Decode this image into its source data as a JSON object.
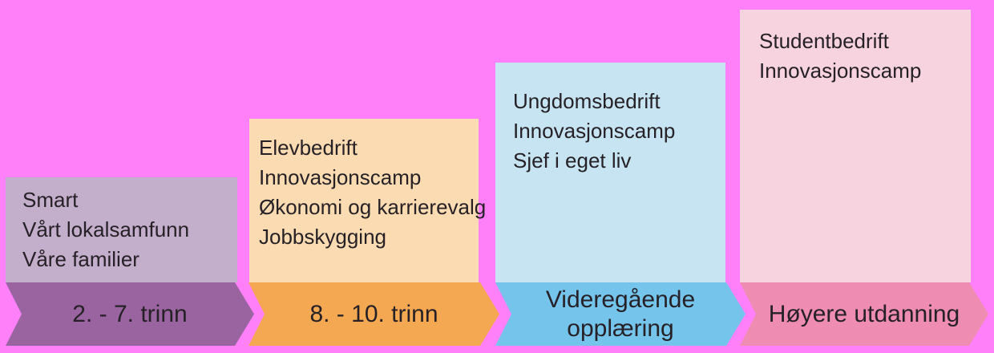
{
  "background_color": "#FF80F9",
  "text_color": "#262126",
  "columns": [
    {
      "stage_label": "2. - 7. trinn",
      "box_color": "#C3AECB",
      "arrow_color": "#9A64A0",
      "programs": [
        "Smart",
        "Vårt lokalsamfunn",
        "Våre familier"
      ]
    },
    {
      "stage_label": "8. - 10. trinn",
      "box_color": "#FBDBB1",
      "arrow_color": "#F4A852",
      "programs": [
        "Elevbedrift",
        "Innovasjonscamp",
        "Økonomi og karrierevalg",
        "Jobbskygging"
      ]
    },
    {
      "stage_label": "Videregående opplæring",
      "box_color": "#C6E4F2",
      "arrow_color": "#74C4EC",
      "programs": [
        "Ungdomsbedrift",
        "Innovasjonscamp",
        "Sjef i eget liv"
      ]
    },
    {
      "stage_label": "Høyere utdanning",
      "box_color": "#F6D3DE",
      "arrow_color": "#EE8CB2",
      "programs": [
        "Studentbedrift",
        "Innovasjonscamp"
      ]
    }
  ]
}
